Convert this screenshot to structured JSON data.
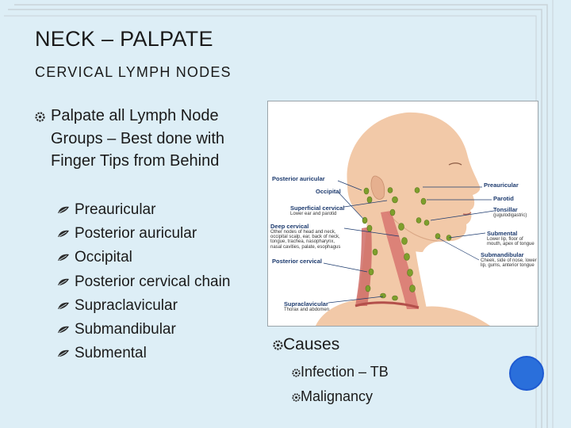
{
  "slide": {
    "title": "NECK – PALPATE",
    "subtitle": "CERVICAL LYMPH NODES",
    "main_bullet": "Palpate all Lymph Node Groups – Best done with Finger Tips from Behind",
    "sub_items": [
      "Preauricular",
      "Posterior auricular",
      "Occipital",
      "Posterior cervical chain",
      "Supraclavicular",
      "Submandibular",
      "Submental"
    ],
    "causes": {
      "heading": "Causes",
      "items": [
        "Infection – TB",
        "Malignancy"
      ]
    }
  },
  "figure": {
    "labels": {
      "posterior_auricular": "Posterior auricular",
      "occipital": "Occipital",
      "superficial_cervical": "Superficial cervical",
      "superficial_cervical_desc": "Lower ear and parotid",
      "deep_cervical": "Deep cervical",
      "deep_cervical_desc": [
        "Other nodes of head and neck,",
        "occipital scalp, ear, back of neck,",
        "tongue, trachea, nasopharynx,",
        "nasal cavities, palate, esophagus"
      ],
      "posterior_cervical": "Posterior cervical",
      "supraclavicular": "Supraclavicular",
      "supraclavicular_desc": "Thorax and abdomen",
      "preauricular": "Preauricular",
      "parotid": "Parotid",
      "tonsillar": "Tonsillar",
      "tonsillar_desc": "(jugulodigastric)",
      "submental": "Submental",
      "submental_desc": [
        "Lower lip, floor of",
        "mouth, apex of tongue"
      ],
      "submandibular": "Submandibular",
      "submandibular_desc": [
        "Cheek, side of nose, lower",
        "lip, gums, anterior tongue"
      ]
    }
  },
  "colors": {
    "background": "#ddeef6",
    "frame": "#c9d3d8",
    "bullet_marker": "#2a2a2a",
    "button": "#2a6fdb",
    "label_text": "#1c3a6e",
    "node": "#7e9f2c",
    "skin": "#f2c9a8",
    "muscle": "#d97a72"
  },
  "icons": {
    "main_bullet": "gear-bullet-icon",
    "sub_bullet": "leaf-bullet-icon",
    "cause_bullet": "gear-bullet-icon"
  }
}
